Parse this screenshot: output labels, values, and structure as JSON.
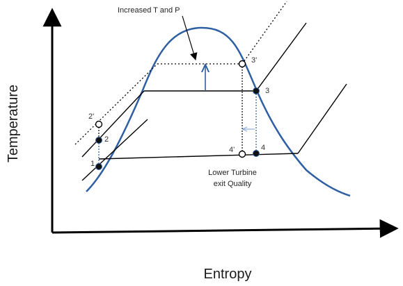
{
  "colors": {
    "dome": "#2e5fa3",
    "lines": "#000000",
    "blue_dotted": "#2e5fa3",
    "arrow_blue": "#2e5fa3",
    "background": "#ffffff"
  },
  "axes": {
    "x_label": "Entropy",
    "y_label": "Temperature"
  },
  "annotations": {
    "increased": "Increased T and P",
    "lower_line1": "Lower Turbine",
    "lower_line2": "exit Quality"
  },
  "points": {
    "p1": "1",
    "p2": "2",
    "p2p": "2'",
    "p3": "3",
    "p3p": "3'",
    "p4": "4",
    "p4p": "4'"
  },
  "icons": {
    "solid_state": "filled-circle-marker",
    "primed_state": "open-circle-marker"
  }
}
